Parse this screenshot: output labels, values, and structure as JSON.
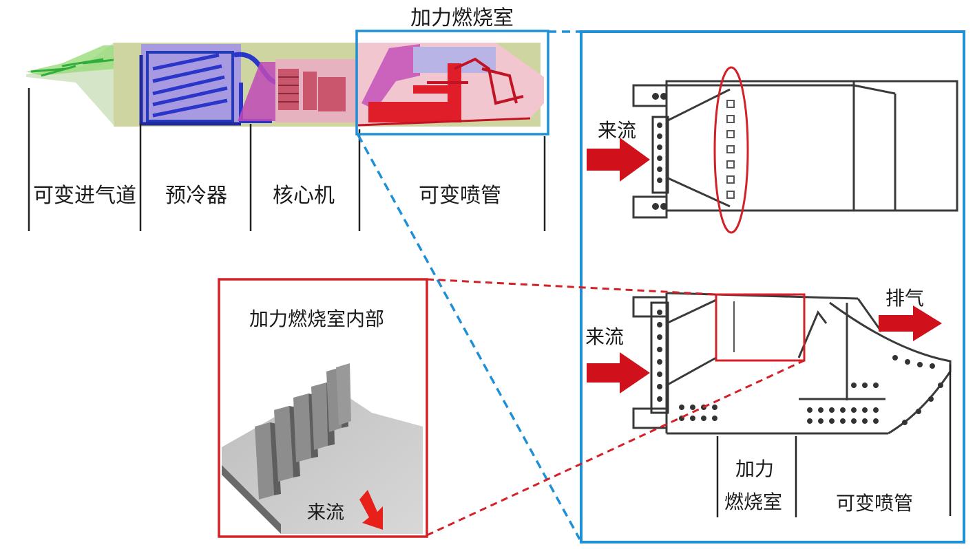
{
  "engine": {
    "sections": [
      "可变进气道",
      "预冷器",
      "核心机",
      "可变喷管"
    ],
    "afterburner_callout": "加力燃烧室"
  },
  "inset_top": {
    "inflow_label": "来流"
  },
  "inset_bottom": {
    "inflow_label": "来流",
    "exhaust_label": "排气",
    "section_labels": {
      "afterburner_line1": "加力",
      "afterburner_line2": "燃烧室",
      "nozzle": "可变喷管"
    }
  },
  "interior_inset": {
    "title": "加力燃烧室内部",
    "inflow_label": "来流"
  },
  "colors": {
    "blue_frame": "#1f8fd6",
    "red_frame": "#d42027",
    "arrow_red": "#d0101a",
    "engine_purple": "#a79ae0",
    "engine_pink": "#f2a7b8"
  }
}
